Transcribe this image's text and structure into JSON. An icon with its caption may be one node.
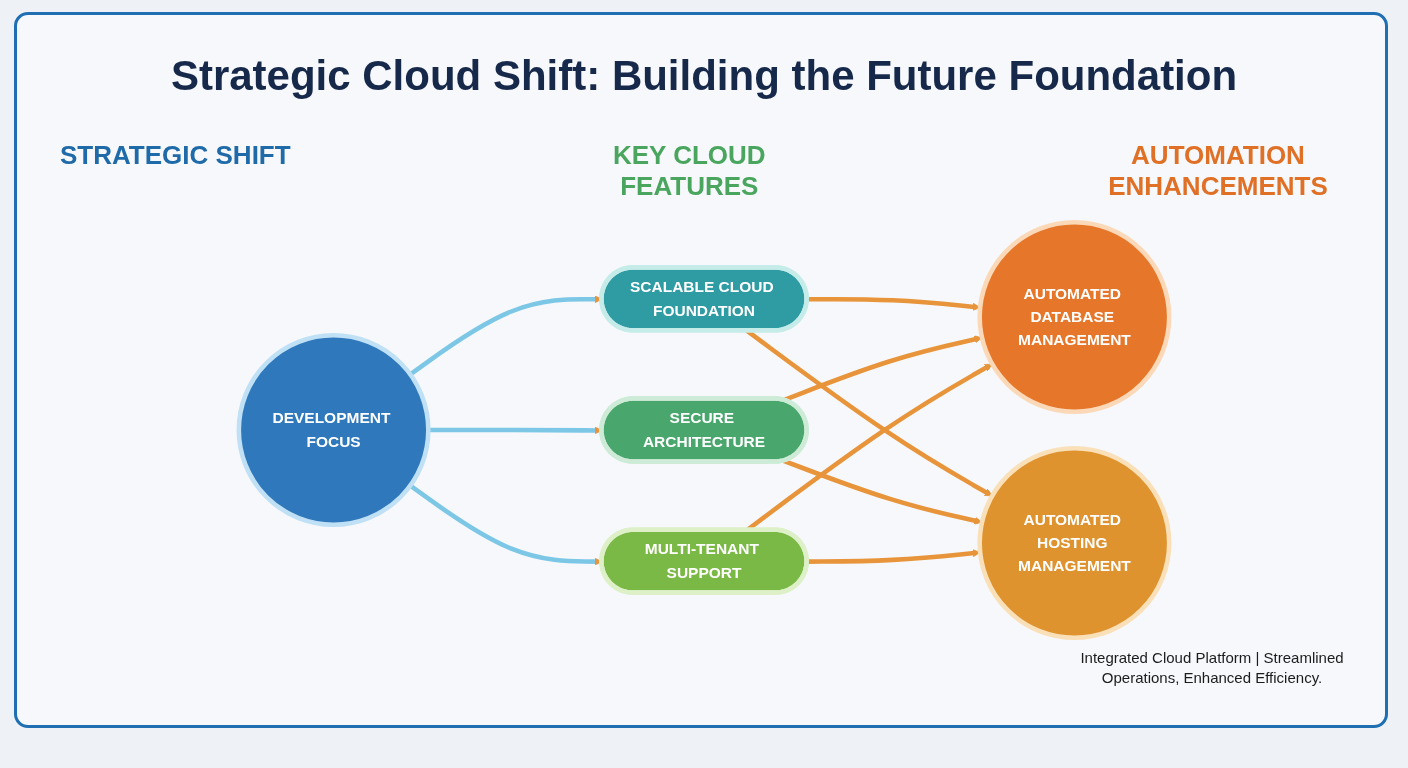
{
  "diagram": {
    "title": "Strategic Cloud Shift: Building the Future Foundation",
    "nodes": [
      {
        "text": [
          "DEVELOPMENT FOCUS"
        ]
      },
      {
        "text": [
          "SCALABLE CLOUD FOUNDATION"
        ]
      },
      {
        "text": [
          "SECURE ARCHITECTURE"
        ]
      },
      {
        "text": [
          "MULTI-TENANT SUPPORT"
        ]
      },
      {
        "text": [
          "AUTOMATED DATABASE MANAGEMENT"
        ]
      },
      {
        "text": [
          "AUTOMATED HOSTING MANAGEMENT"
        ]
      }
    ],
    "edges": [
      {
        "from": 0,
        "to": 1,
        "arrow": "to",
        "color": "#7cc6e6"
      },
      {
        "from": 0,
        "to": 2,
        "arrow": "to",
        "color": "#7cc6e6"
      },
      {
        "from": 0,
        "to": 3,
        "arrow": "to",
        "color": "#7cc6e6"
      },
      {
        "from": 1,
        "to": 4,
        "arrow": "to"
      },
      {
        "from": 1,
        "to": 5,
        "arrow": "to"
      },
      {
        "from": 2,
        "to": 4,
        "arrow": "to"
      },
      {
        "from": 2,
        "to": 5,
        "arrow": "to"
      },
      {
        "from": 3,
        "to": 4,
        "arrow": "to"
      },
      {
        "from": 3,
        "to": 5,
        "arrow": "to"
      }
    ],
    "labels": [
      "STRATEGIC SHIFT",
      "KEY CLOUD FEATURES",
      "AUTOMATION ENHANCEMENTS"
    ],
    "caption": "Integrated Cloud Platform | Streamlined Operations, Enhanced Efficiency."
  }
}
